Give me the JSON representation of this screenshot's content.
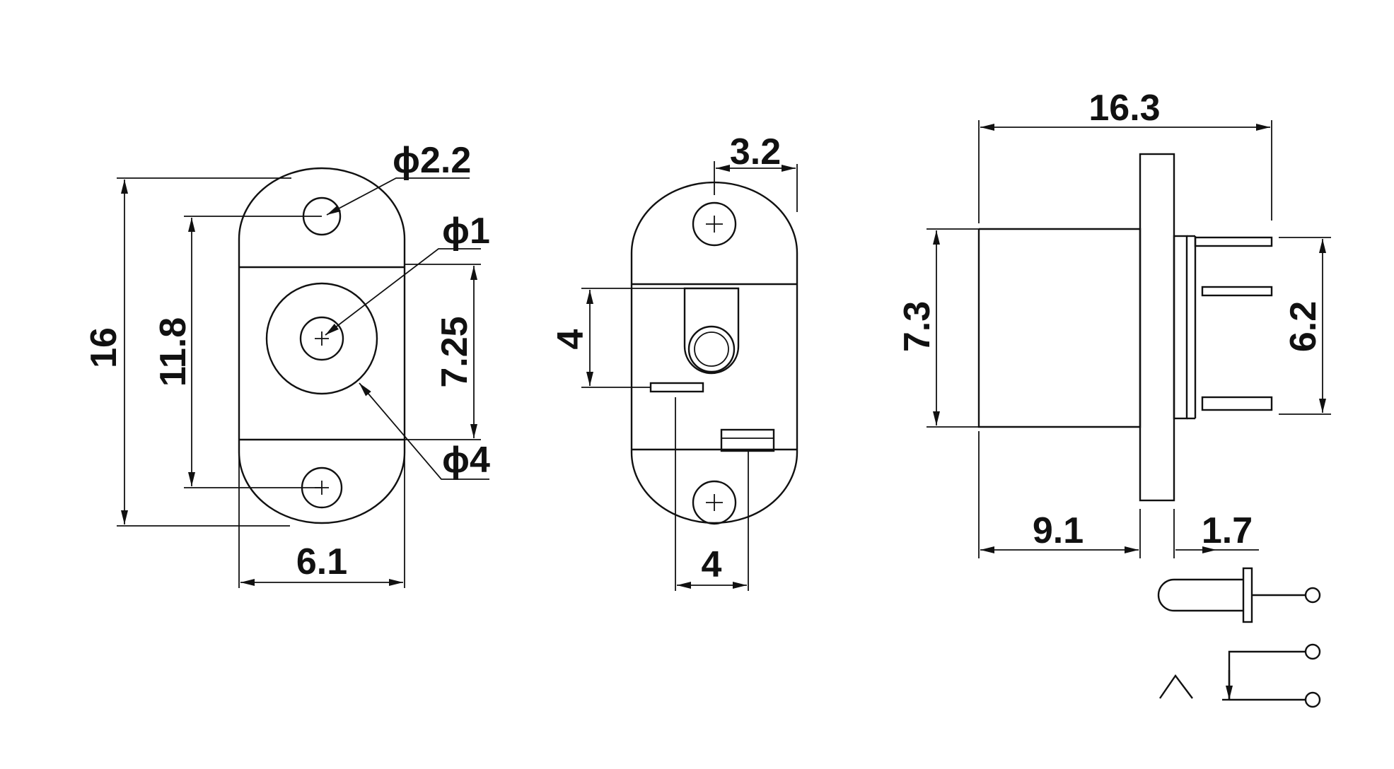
{
  "front_view": {
    "height_16": "16",
    "height_11_8": "11.8",
    "height_7_25": "7.25",
    "width_6_1": "6.1",
    "hole_phi_2_2": "ϕ2.2",
    "pin_phi_1": "ϕ1",
    "body_phi_4": "ϕ4"
  },
  "rear_view": {
    "width_3_2": "3.2",
    "height_4": "4",
    "width_4": "4"
  },
  "side_view": {
    "length_16_3": "16.3",
    "height_7_3": "7.3",
    "height_6_2": "6.2",
    "length_9_1": "9.1",
    "length_1_7": "1.7"
  },
  "schematic": {
    "symbol": "dc-jack-schematic"
  }
}
